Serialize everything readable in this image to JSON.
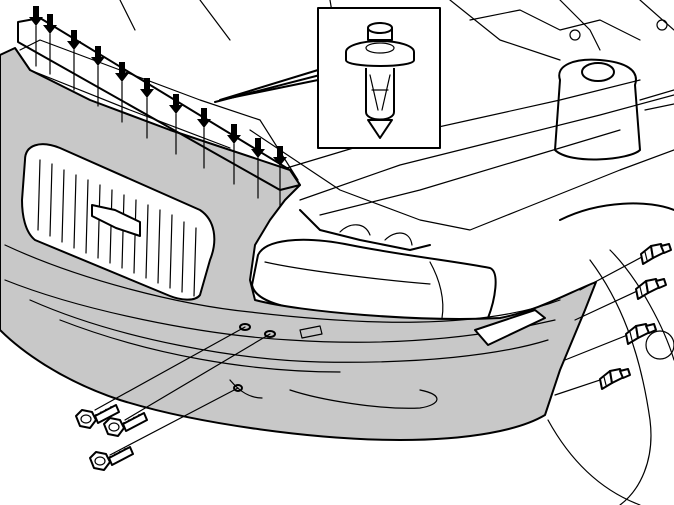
{
  "figure": {
    "description_visible_text": "",
    "colors": {
      "line": "#000000",
      "bumper_fill": "#c8c8c8",
      "background": "#ffffff"
    },
    "icons": [
      "down-arrow-icon",
      "push-clip-icon",
      "hex-bolt-icon",
      "plastic-rivet-icon"
    ],
    "clip_arrow_count": 11,
    "front_bolt_count": 3,
    "side_rivet_count": 4
  }
}
